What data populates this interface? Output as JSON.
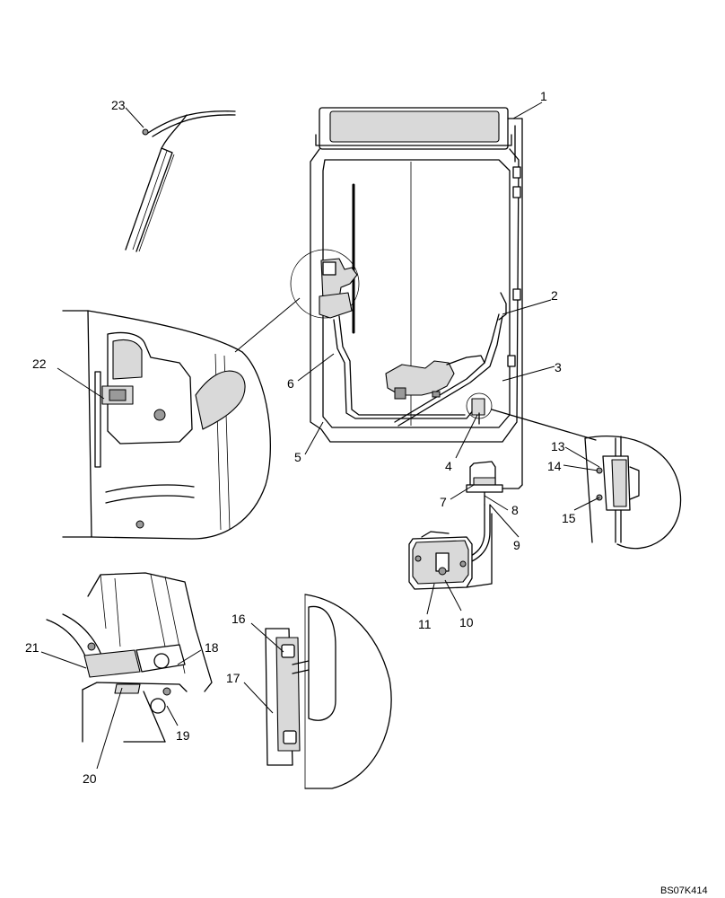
{
  "callouts": {
    "c1": "1",
    "c2": "2",
    "c3": "3",
    "c4": "4",
    "c5": "5",
    "c6": "6",
    "c7": "7",
    "c8": "8",
    "c9": "9",
    "c10": "10",
    "c11": "11",
    "c12": "",
    "c13": "13",
    "c14": "14",
    "c15": "15",
    "c16": "16",
    "c17": "17",
    "c18": "18",
    "c19": "19",
    "c20": "20",
    "c21": "21",
    "c22": "22",
    "c23": "23"
  },
  "reference_code": "BS07K414"
}
